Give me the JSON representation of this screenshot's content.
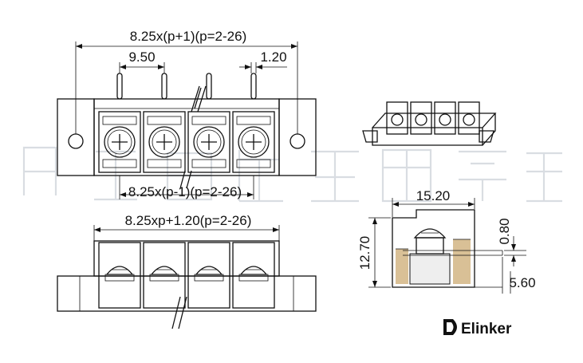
{
  "drawing": {
    "front_view": {
      "overall_width": "8.25x(p+1)(p=2-26)",
      "pitch": "9.50",
      "pin_width": "1.20",
      "inner_span": "8.25x(p-1)(p=2-26)"
    },
    "bottom_view": {
      "span": "8.25xp+1.20(p=2-26)"
    },
    "side_view": {
      "depth": "15.20",
      "height": "12.70",
      "pin_thickness": "0.80",
      "pin_length": "5.60"
    },
    "brand": {
      "name": "Elinker"
    },
    "colors": {
      "line": "#111111",
      "watermark": "#d9dde2",
      "hatch": "#c9a56a",
      "housing_fill": "#eeeeee"
    }
  }
}
